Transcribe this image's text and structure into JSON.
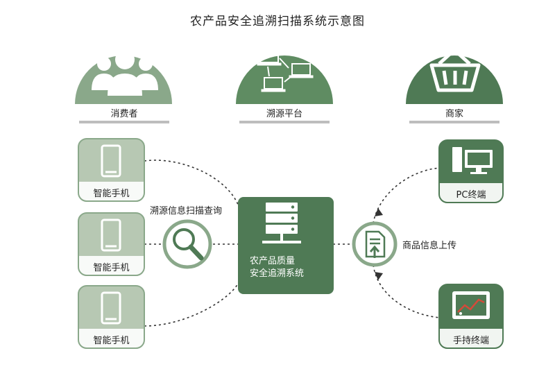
{
  "title": "农产品安全追溯扫描系统示意图",
  "top": {
    "consumer": "消费者",
    "platform": "溯源平台",
    "merchant": "商家"
  },
  "left_cards": [
    "智能手机",
    "智能手机",
    "智能手机"
  ],
  "scan_label": "溯源信息扫描查询",
  "center": {
    "line1": "农产品质量",
    "line2": "安全追溯系统"
  },
  "upload_label": "商品信息上传",
  "right_cards": [
    "PC终端",
    "手持终端"
  ],
  "colors": {
    "dark_green": "#4f7a55",
    "mid_green": "#8aa88a",
    "light_green": "#b7c8b3",
    "accent_red": "#d44a3a"
  },
  "icons": {
    "consumer": "people-icon",
    "platform": "network-icon",
    "merchant": "basket-icon",
    "phone": "smartphone-icon",
    "scan": "magnifier-icon",
    "server": "server-icon",
    "upload": "document-upload-icon",
    "pc": "desktop-icon",
    "handheld": "tablet-icon"
  }
}
